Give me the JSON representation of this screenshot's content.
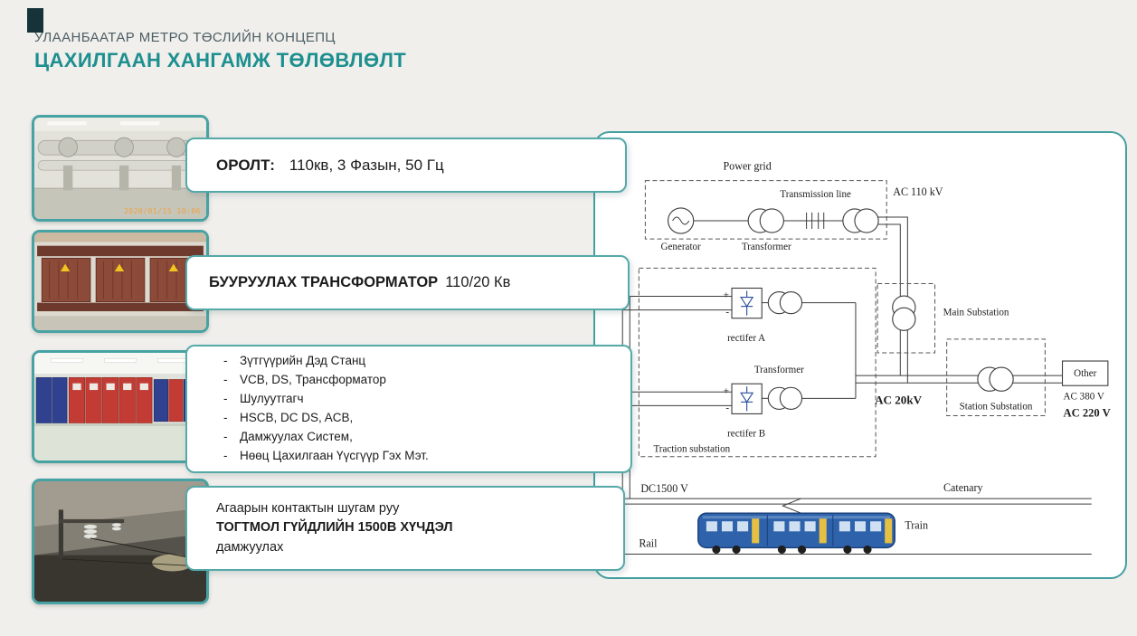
{
  "slide": {
    "kicker": "УЛААНБААТАР МЕТРО ТӨСЛИЙН КОНЦЕПЦ",
    "title": "ЦАХИЛГААН ХАНГАМЖ ТӨЛӨВЛӨЛТ"
  },
  "photos": [
    {
      "name": "gis-substation-hall",
      "timestamp": "2020/01/15 10:06"
    },
    {
      "name": "transformer-windings"
    },
    {
      "name": "switchgear-cabinet-row"
    },
    {
      "name": "tunnel-catenary-equipment"
    }
  ],
  "callouts": {
    "bullet": "-",
    "input": {
      "label": "ОРОЛТ:",
      "value": "110кв, 3 Фазын, 50 Гц"
    },
    "step_down": {
      "label": "БУУРУУЛАХ ТРАНСФОРМАТОР",
      "value": "110/20 Кв"
    },
    "substation_items": [
      "Зүтгүүрийн Дэд Станц",
      "VCB, DS, Трансформатор",
      "Шулуутгагч",
      "HSCB, DC DS, ACB,",
      "Дамжуулах Систем,",
      "Нөөц Цахилгаан Үүсгүүр Гэх Мэт."
    ],
    "catenary": {
      "line1": "Агаарын контактын шугам руу",
      "line2": "ТОГТМОЛ ГҮЙДЛИЙН 1500В ХҮЧДЭЛ",
      "line3": "дамжуулах"
    }
  },
  "diagram": {
    "power_grid": "Power grid",
    "transmission_line": "Transmission line",
    "ac_110kv": "AC 110 kV",
    "generator": "Generator",
    "transformer_grid": "Transformer",
    "main_substation": "Main Substation",
    "traction_substation": "Traction substation",
    "rectifer_a": "rectifer A",
    "rectifer_b": "rectifer B",
    "transformer_traction": "Transformer",
    "ac_20kv": "AC 20kV",
    "station_substation": "Station Substation",
    "other": "Other",
    "ac_380v": "AC 380 V",
    "ac_220v": "AC 220 V",
    "dc_1500v": "DC1500 V",
    "catenary": "Catenary",
    "train": "Train",
    "rail": "Rail",
    "plus": "+",
    "minus": "-"
  },
  "colors": {
    "accent": "#1d8f8f",
    "border": "#47a3a3",
    "background": "#f0efec"
  }
}
